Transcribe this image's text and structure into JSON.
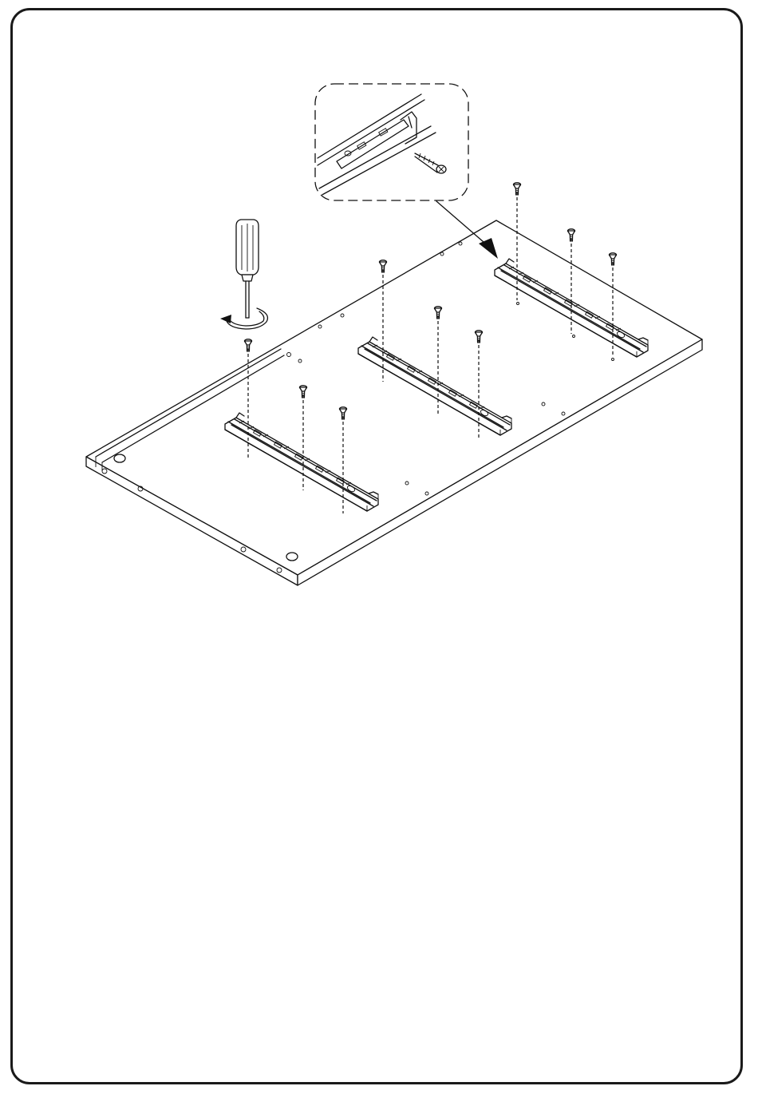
{
  "page": {
    "border_color": "#1a1a1a",
    "background": "#ffffff"
  },
  "illustration": {
    "subject": "panel-with-three-drawer-slide-rails",
    "tool_icon": "screwdriver-icon",
    "rotation_icon": "clockwise-rotation-icon",
    "detail_callout_icon": "magnified-detail-icon",
    "screw_icon": "countersunk-screw-icon",
    "rail_count": 3,
    "screws_per_rail": 3
  }
}
